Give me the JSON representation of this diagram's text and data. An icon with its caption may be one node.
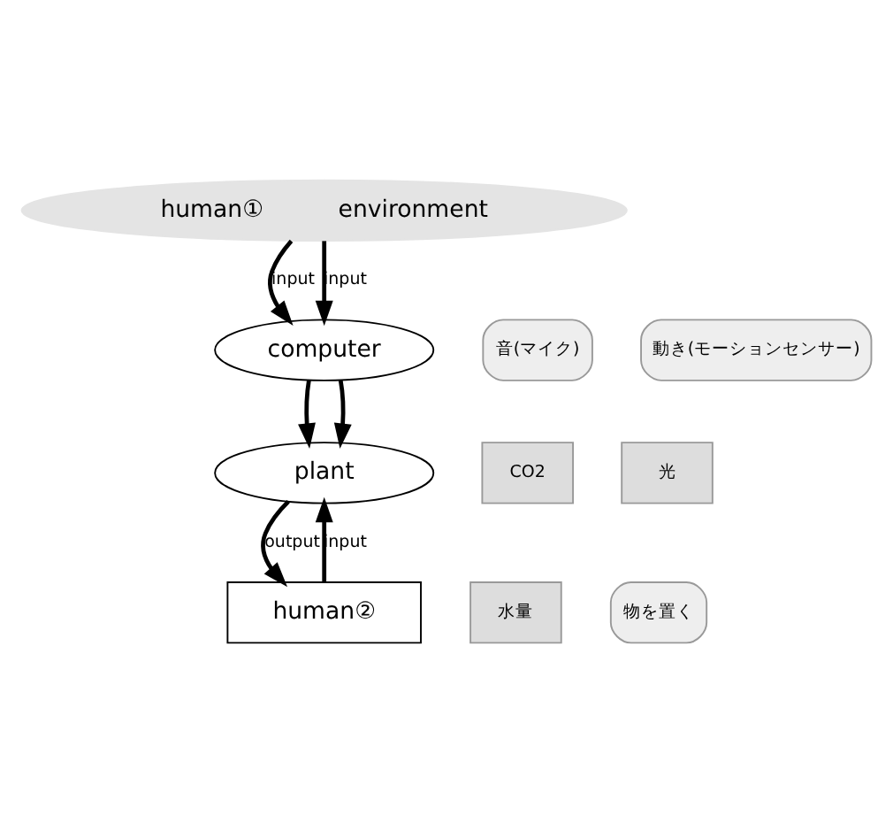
{
  "diagram": {
    "nodes": [
      {
        "text": [
          "human①",
          "environment"
        ]
      },
      {
        "text": [
          "音(マイク)"
        ]
      },
      {
        "text": [
          "動き(モーションセンサー)"
        ]
      },
      {
        "text": [
          "computer"
        ]
      },
      {
        "text": [
          "CO2"
        ]
      },
      {
        "text": [
          "光"
        ]
      },
      {
        "text": [
          "plant"
        ]
      },
      {
        "text": [
          "水量"
        ]
      },
      {
        "text": [
          "物を置く"
        ]
      },
      {
        "text": [
          "human②"
        ]
      }
    ],
    "edges": [
      {
        "from": 0,
        "to": 3,
        "arrow": "to",
        "label": "input"
      },
      {
        "from": 0,
        "to": 3,
        "arrow": "to",
        "label": "input"
      },
      {
        "from": 3,
        "to": 6,
        "arrow": "to"
      },
      {
        "from": 3,
        "to": 6,
        "arrow": "to"
      },
      {
        "from": 6,
        "to": 9,
        "arrow": "to",
        "label": "output"
      },
      {
        "from": 9,
        "to": 6,
        "arrow": "to",
        "label": "input"
      }
    ]
  }
}
